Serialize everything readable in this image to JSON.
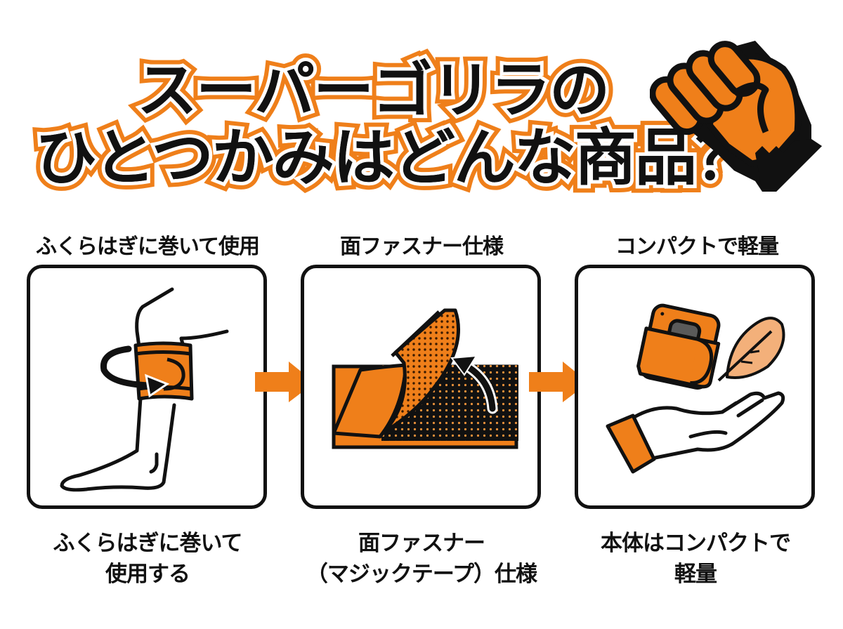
{
  "title": {
    "line1": "スーパーゴリラの",
    "line2": "ひとつかみはどんな商品？"
  },
  "colors": {
    "accent": "#ef7f1a",
    "outline": "#111111",
    "feather": "#f3b07a",
    "device_gray": "#5a5a5a"
  },
  "features": [
    {
      "heading": "ふくらはぎに巻いて使用",
      "icon": "leg-wrap-icon",
      "caption_line1": "ふくらはぎに巻いて",
      "caption_line2": "使用する"
    },
    {
      "heading": "面ファスナー仕様",
      "icon": "hook-and-loop-icon",
      "caption_line1": "面ファスナー",
      "caption_line2": "（マジックテープ）仕様"
    },
    {
      "heading": "コンパクトで軽量",
      "icon": "hand-device-feather-icon",
      "caption_line1": "本体はコンパクトで",
      "caption_line2": "軽量"
    }
  ]
}
